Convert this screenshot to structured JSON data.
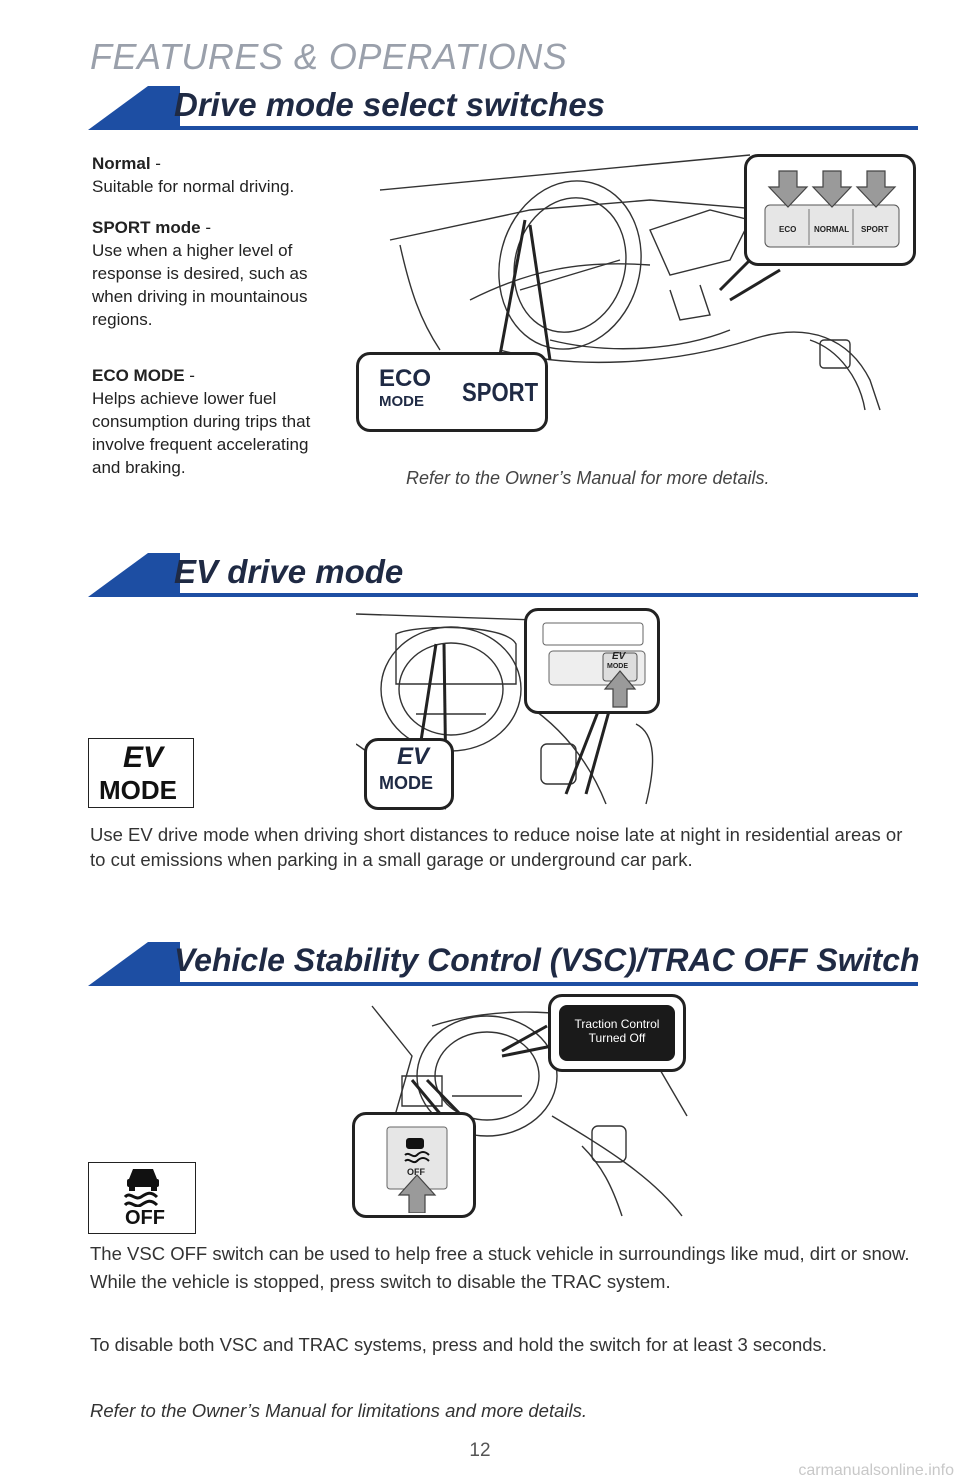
{
  "page": {
    "title": "FEATURES & OPERATIONS",
    "page_number": "12",
    "watermark": "carmanualsonline.info"
  },
  "drive_mode": {
    "heading": "Drive mode select switches",
    "modes": [
      {
        "name": "Normal",
        "sep": " -",
        "desc": "Suitable for normal driving."
      },
      {
        "name": "SPORT mode",
        "sep": " -",
        "desc": "Use when a higher level of response is desired, such as when driving in mountainous regions."
      },
      {
        "name": "ECO MODE",
        "sep": " -",
        "desc": "Helps achieve lower fuel consumption during trips that involve frequent accelerating and braking."
      }
    ],
    "callout_eco": "ECO",
    "callout_mode": "MODE",
    "callout_sport": "SPORT",
    "switch_labels": [
      "ECO",
      "NORMAL",
      "SPORT"
    ],
    "note": "Refer to the Owner’s Manual for more details."
  },
  "ev_mode": {
    "heading": "EV drive mode",
    "icon_ev": "EV",
    "icon_mode": "MODE",
    "callout_ev": "EV",
    "callout_mode": "MODE",
    "button_ev": "EV",
    "button_mode": "MODE",
    "text": "Use EV drive mode when driving short distances to reduce noise late at night in residential areas or to cut emissions when parking in a small garage or underground car park."
  },
  "vsc": {
    "heading": "Vehicle Stability Control (VSC)/TRAC OFF Switch",
    "display_line1": "Traction Control",
    "display_line2": "Turned Off",
    "button_off": "OFF",
    "icon_off": "OFF",
    "text1": "The VSC OFF switch can be used to help free a stuck vehicle in surroundings like mud, dirt or snow. While the vehicle is stopped, press switch to disable the TRAC system.",
    "text2": "To disable both VSC and TRAC systems, press and hold the switch for at least 3 seconds.",
    "note": "Refer to the Owner’s Manual for limitations and more details."
  }
}
